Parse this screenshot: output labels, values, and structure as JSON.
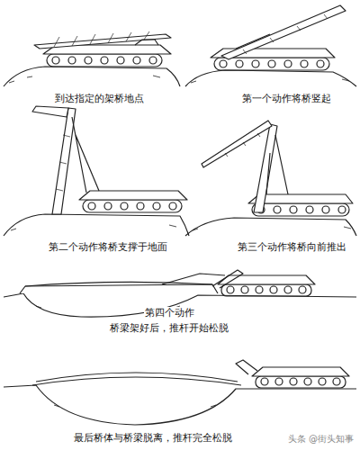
{
  "diagram": {
    "labels": [
      "到达指定的架桥地点",
      "第一个动作将桥竖起",
      "第二个动作将桥支撑于地面",
      "第三个动作将桥向前推出",
      "第四个动作",
      "桥梁架好后，推杆开始松脱",
      "最后桥体与桥梁脱离，推杆完全松脱",
      "头条 @街头知事"
    ]
  }
}
